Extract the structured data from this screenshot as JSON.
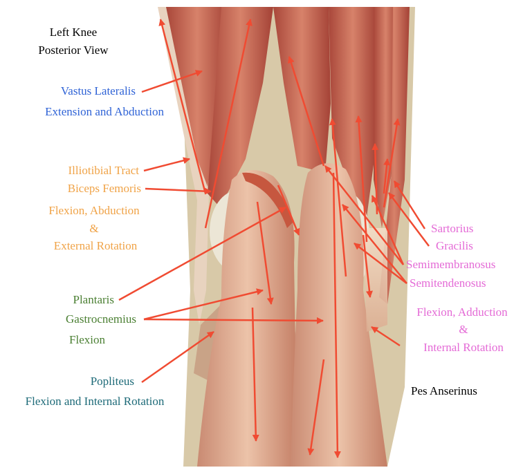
{
  "title": {
    "line1": "Left Knee",
    "line2": "Posterior View",
    "color": "#000000"
  },
  "colors": {
    "extensor": "#2f63d6",
    "lateral_flexor": "#f0a347",
    "flexor": "#4a7f32",
    "popliteus": "#1d6a78",
    "medial_flexor": "#e46ad6",
    "pes": "#000000",
    "arrow": "#f04b32",
    "muscle_base": "#c96a52",
    "muscle_light": "#e3b59c",
    "tendon": "#e8cdb4",
    "bone_bg": "#d8c9a8"
  },
  "labels": {
    "vastus_lateralis": "Vastus Lateralis",
    "vastus_action": "Extension and Abduction",
    "iliotibial": "Illiotibial Tract",
    "biceps": "Biceps Femoris",
    "biceps_action_1": "Flexion, Abduction",
    "biceps_action_2": "&",
    "biceps_action_3": "External Rotation",
    "plantaris": "Plantaris",
    "gastrocnemius": "Gastrocnemius",
    "gastro_action": "Flexion",
    "popliteus": "Popliteus",
    "popliteus_action": "Flexion and Internal Rotation",
    "sartorius": "Sartorius",
    "gracilis": "Gracilis",
    "semimembranosus": "Semimembranosus",
    "semitendinosus": "Semitendenosus",
    "medial_action_1": "Flexion, Adduction",
    "medial_action_2": "&",
    "medial_action_3": "Internal Rotation",
    "pes_anserinus": "Pes Anserinus"
  }
}
